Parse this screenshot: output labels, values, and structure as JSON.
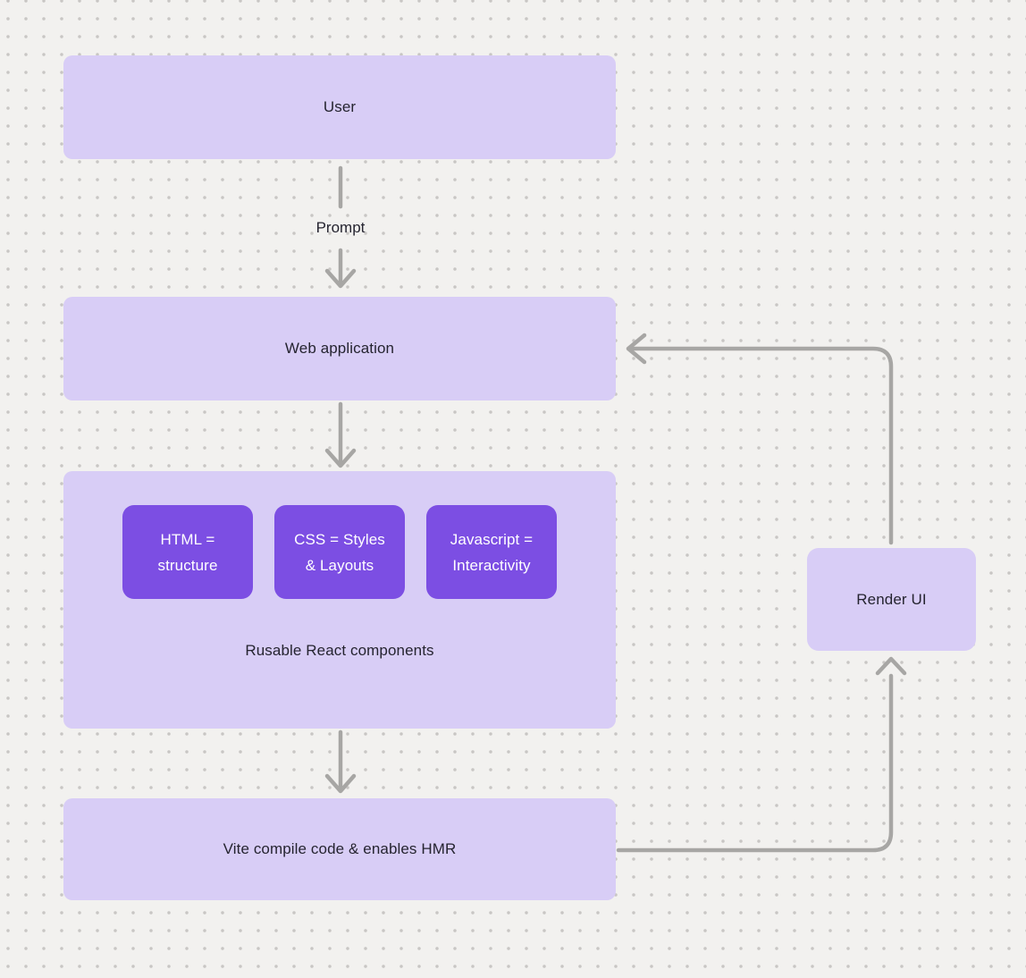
{
  "diagram": {
    "background": {
      "color": "#f2f1ef",
      "dot_color": "#c8c6c4"
    },
    "palette": {
      "node_fill": "#d8cdf6",
      "chip_fill": "#7c4ee3",
      "chip_text_color": "#ffffff",
      "node_text_color": "#252430",
      "connector_color": "#a7a6a4"
    },
    "nodes": {
      "user": {
        "label": "User"
      },
      "web_application": {
        "label": "Web application"
      },
      "components_group": {
        "caption": "Rusable React components",
        "chips": [
          {
            "label": "HTML = structure"
          },
          {
            "label": "CSS = Styles & Layouts"
          },
          {
            "label": "Javascript = Interactivity"
          }
        ]
      },
      "vite": {
        "label": "Vite compile code & enables HMR"
      },
      "render_ui": {
        "label": "Render UI"
      }
    },
    "edge_labels": {
      "prompt": "Prompt"
    }
  }
}
